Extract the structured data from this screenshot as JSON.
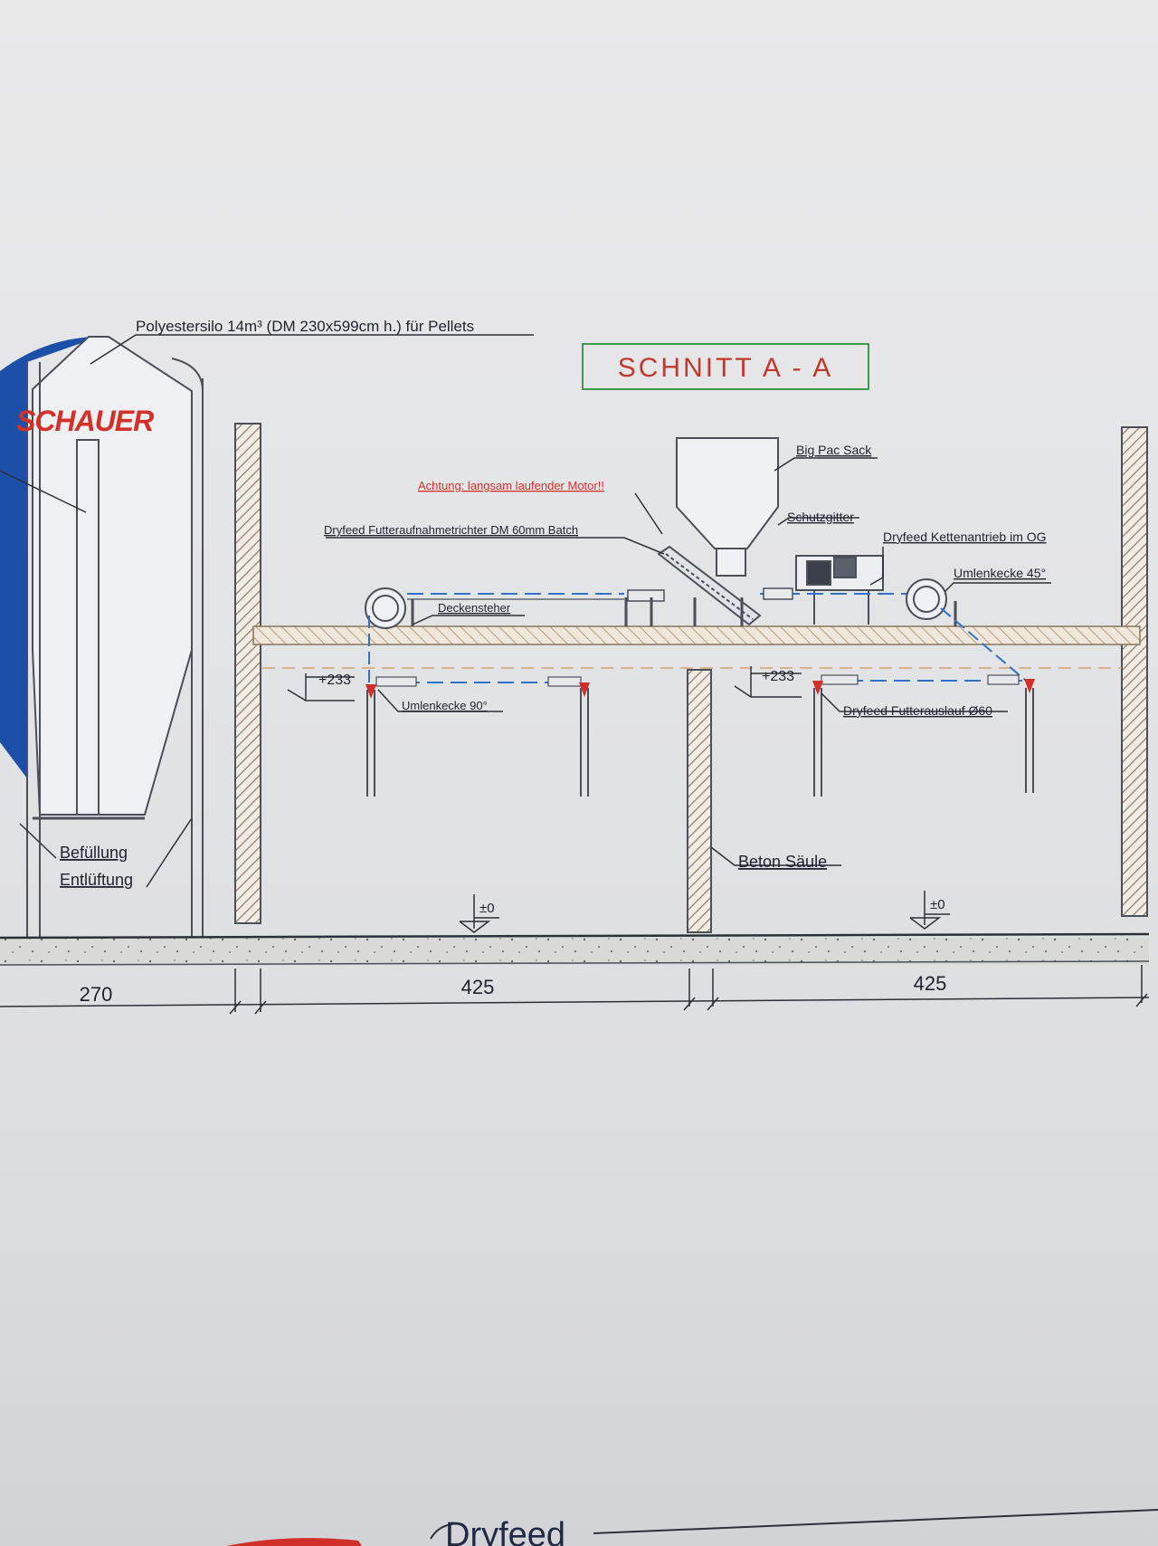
{
  "drawing": {
    "section_title": "SCHNITT A - A",
    "brand_logo": "SCHAUER",
    "silo_label": "Polyestersilo 14m³ (DM 230x599cm h.) für Pellets",
    "filling_label": "Befüllung",
    "venting_label": "Entlüftung",
    "big_pac_label": "Big Pac Sack",
    "warning_label": "Achtung: langsam laufender Motor!!",
    "hopper_label": "Dryfeed Futteraufnahmetrichter DM 60mm Batch",
    "guard_label": "Schutzgitter",
    "chain_drive_label": "Dryfeed Kettenantrieb im OG",
    "corner45_label": "Umlenkecke 45°",
    "ceiling_stand_label": "Deckensteher",
    "corner90_label": "Umlenkecke 90°",
    "outlet_label": "Dryfeed Futterauslauf Ø60",
    "column_label": "Beton Säule",
    "level_left": "+233",
    "level_right": "+233",
    "floor_left": "±0",
    "floor_right": "±0",
    "dim_silo": "270",
    "dim_left": "425",
    "dim_right": "425",
    "footer_brand": "Dryfeed"
  },
  "colors": {
    "line": "#3a3f4a",
    "pipe": "#2f72c8",
    "warning": "#d1302a",
    "logo_red": "#d2312a",
    "logo_blue": "#1c4fa8",
    "title_box": "#3f9a4c",
    "hatch": "#9a8a78"
  }
}
